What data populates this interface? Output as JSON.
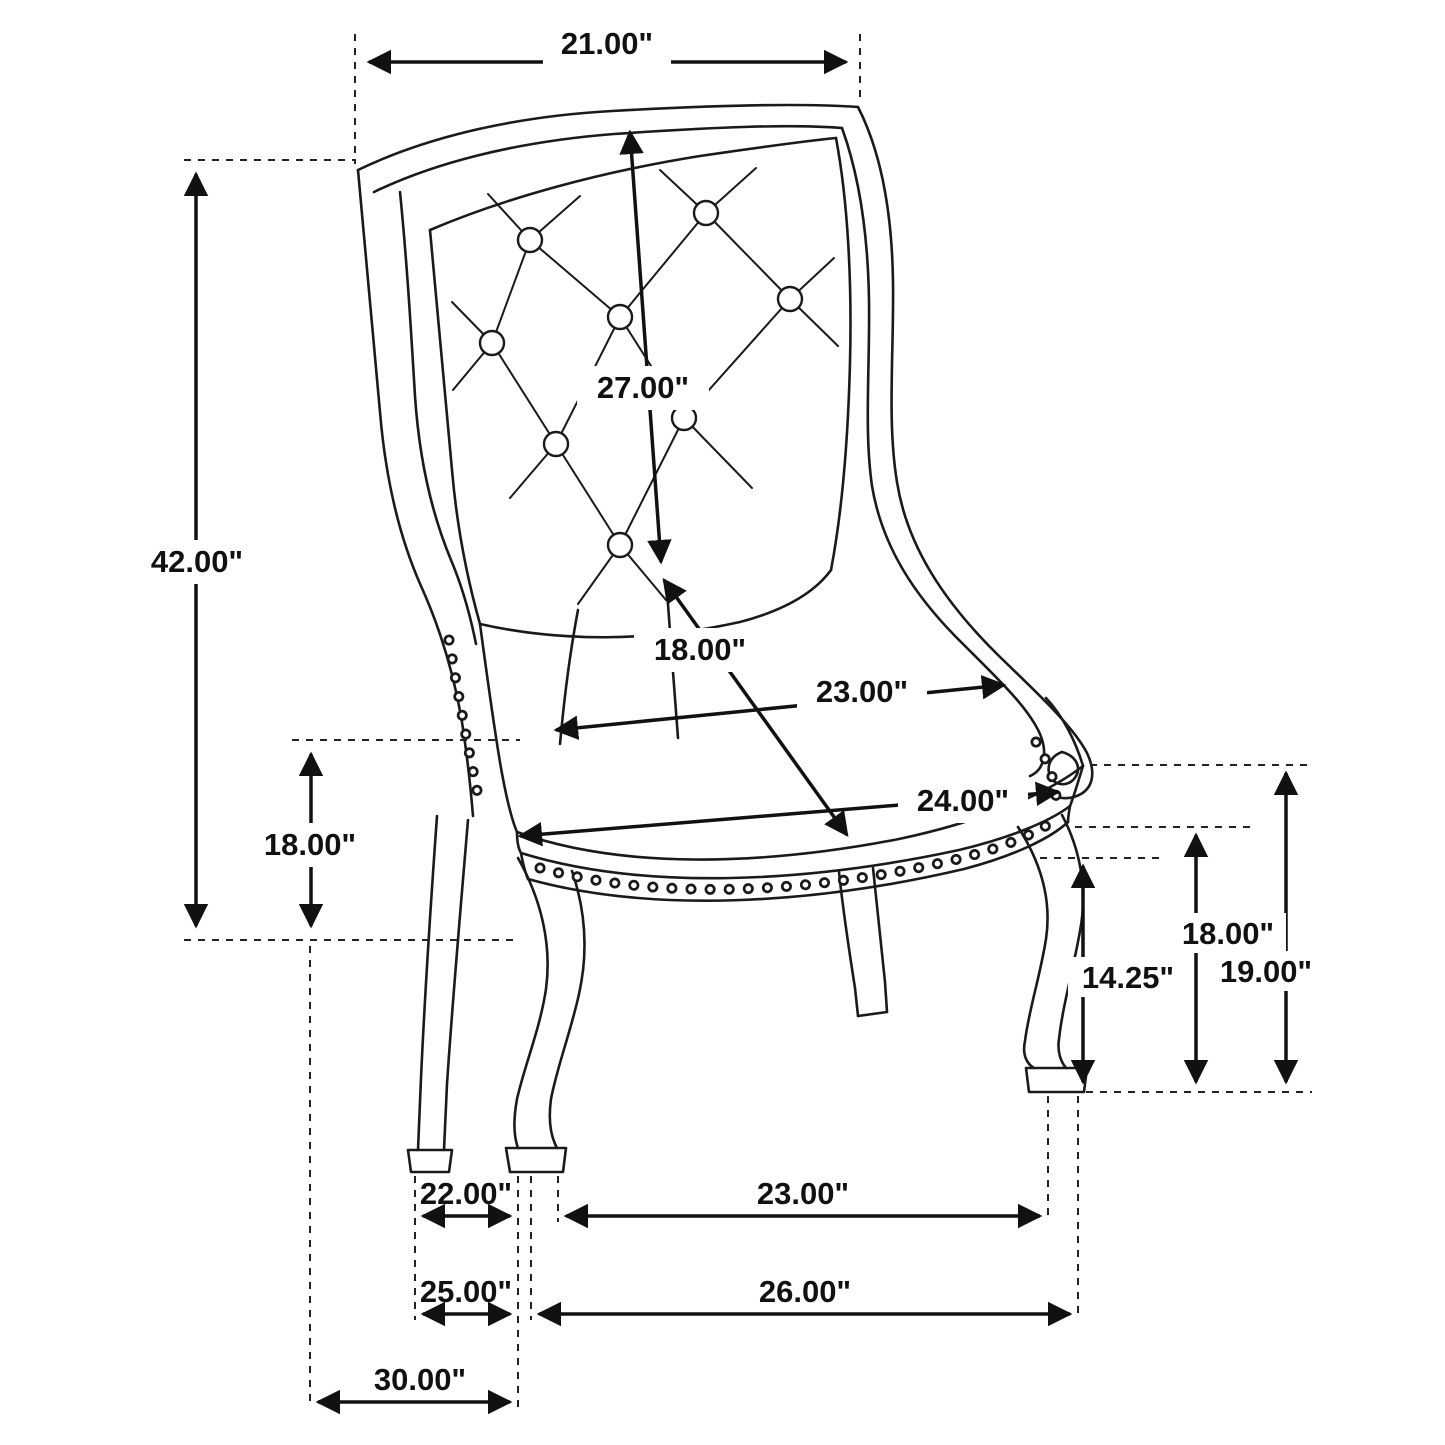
{
  "colors": {
    "line": "#1a1a1a",
    "dimension": "#111111",
    "background": "#ffffff"
  },
  "dimensions": {
    "top_back_width": "21.00\"",
    "overall_height": "42.00\"",
    "back_cushion_diagonal": "27.00\"",
    "seat_diagonal_depth": "18.00\"",
    "seat_width_rear": "23.00\"",
    "seat_width_front": "24.00\"",
    "arm_height_left": "18.00\"",
    "apron_to_floor": "14.25\"",
    "rail_to_floor": "18.00\"",
    "seat_to_floor": "19.00\"",
    "side_leg_gap": "22.00\"",
    "inner_leg_span": "23.00\"",
    "front_leg_gap": "25.00\"",
    "front_leg_span": "26.00\"",
    "overall_depth": "30.00\""
  }
}
